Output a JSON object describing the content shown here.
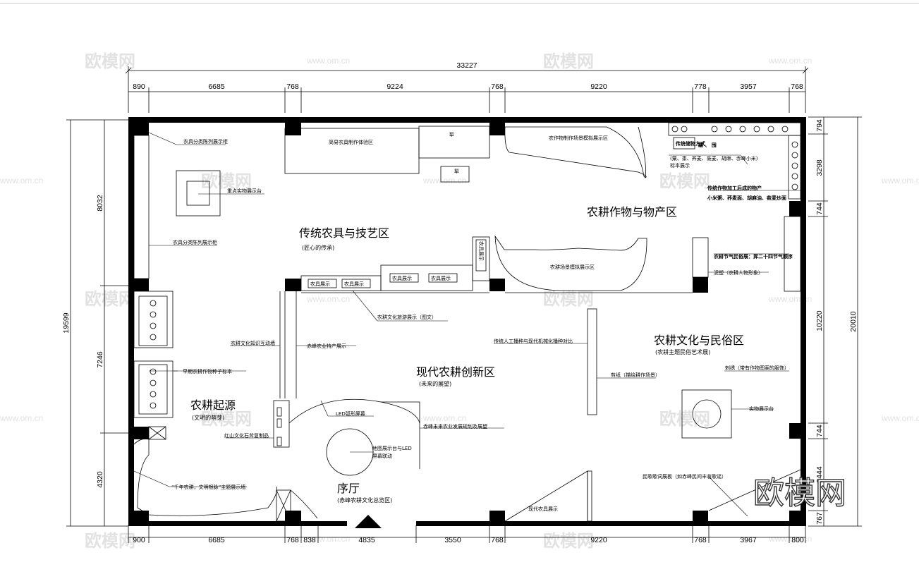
{
  "dimensions": {
    "top_total": "33227",
    "top": [
      "890",
      "6685",
      "768",
      "9224",
      "768",
      "9220",
      "778",
      "3957",
      "768"
    ],
    "bottom": [
      "900",
      "6685",
      "768",
      "838",
      "4835",
      "3550",
      "768",
      "9220",
      "768",
      "3967",
      "800"
    ],
    "left_total": "19599",
    "left": [
      "8032",
      "7246",
      "4320"
    ],
    "right_total": "20010",
    "right": [
      "794",
      "3298",
      "744",
      "10220",
      "744",
      "2444",
      "767"
    ]
  },
  "zones": {
    "traditional": {
      "title": "传统农具与技艺区",
      "subtitle": "(匠心的传承)"
    },
    "crops": {
      "title": "农耕作物与物产区"
    },
    "modern": {
      "title": "现代农耕创新区",
      "subtitle": "(未来的展望)"
    },
    "culture": {
      "title": "农耕文化与民俗区",
      "subtitle": "(农耕主题民俗艺术展)"
    },
    "origin": {
      "title": "农耕起源",
      "subtitle": "(文明的萌芽)"
    },
    "lobby": {
      "title": "序厅",
      "subtitle": "(赤峰农耕文化总览区)"
    }
  },
  "labels": {
    "tool_cabinet_top": "农具分类陈列展示柜",
    "key_platform": "重点实物展示台",
    "tool_cabinet_mid": "农具分类陈列展示柜",
    "simple_tool": "简易农具制作体验区",
    "plough1": "犁",
    "plough2": "犁",
    "crop_scene": "农作物制作场景模拟展示区",
    "trad_storage": "传统储物方式",
    "storage_items": "罐  、  囤",
    "grain_list": "(粟、黍、荞麦、莜麦、胡麻、赤峰小米)",
    "specimen": "标本展示",
    "processed": "传统作物加工后成的物产",
    "processed_items": "小米粥、荞麦面、胡麻油、莜麦炒面",
    "tool_show_v": "农具展示",
    "farm_scene": "农耕场景模拟展示区",
    "tool_show_1": "农具展示",
    "tool_show_2": "农具展示",
    "tool_show_3": "农具展示",
    "tool_show_4": "农具展示",
    "solar_terms": "农耕节气民俗展：挥二十四节气顺序",
    "clay": "泥塑（农耕人物形象）",
    "tourism": "农耕文化旅游展示（图文）",
    "knowledge_wall": "农耕文化知识互动墙",
    "chifeng_products": "赤峰农业特产展示",
    "seed_specimen": "早期农耕作物种子标本",
    "sowing_compare": "传统人工播种与现代机械化播种对比",
    "paper_cut": "剪纸（描绘耕作场景）",
    "embroidery": "刺绣（带有作物图案的服饰）",
    "artifact_platform": "实物展示台",
    "hongshan": "红山文化石斧复制品",
    "led_arc": "LED弧形屏幕",
    "future_plan": "赤峰未来农业发展规划及展望",
    "map_platform_1": "地图展示台与LED",
    "map_platform_2": "屏幕联动",
    "folk_song": "民歌歌词展板（如赤峰民间丰收歌谣）",
    "theme_wall": "“千年农耕，文明根脉”主题展示墙",
    "modern_tool": "现代农具展示"
  },
  "watermark": {
    "brand": "欧模网",
    "url": "www.om.cn"
  }
}
